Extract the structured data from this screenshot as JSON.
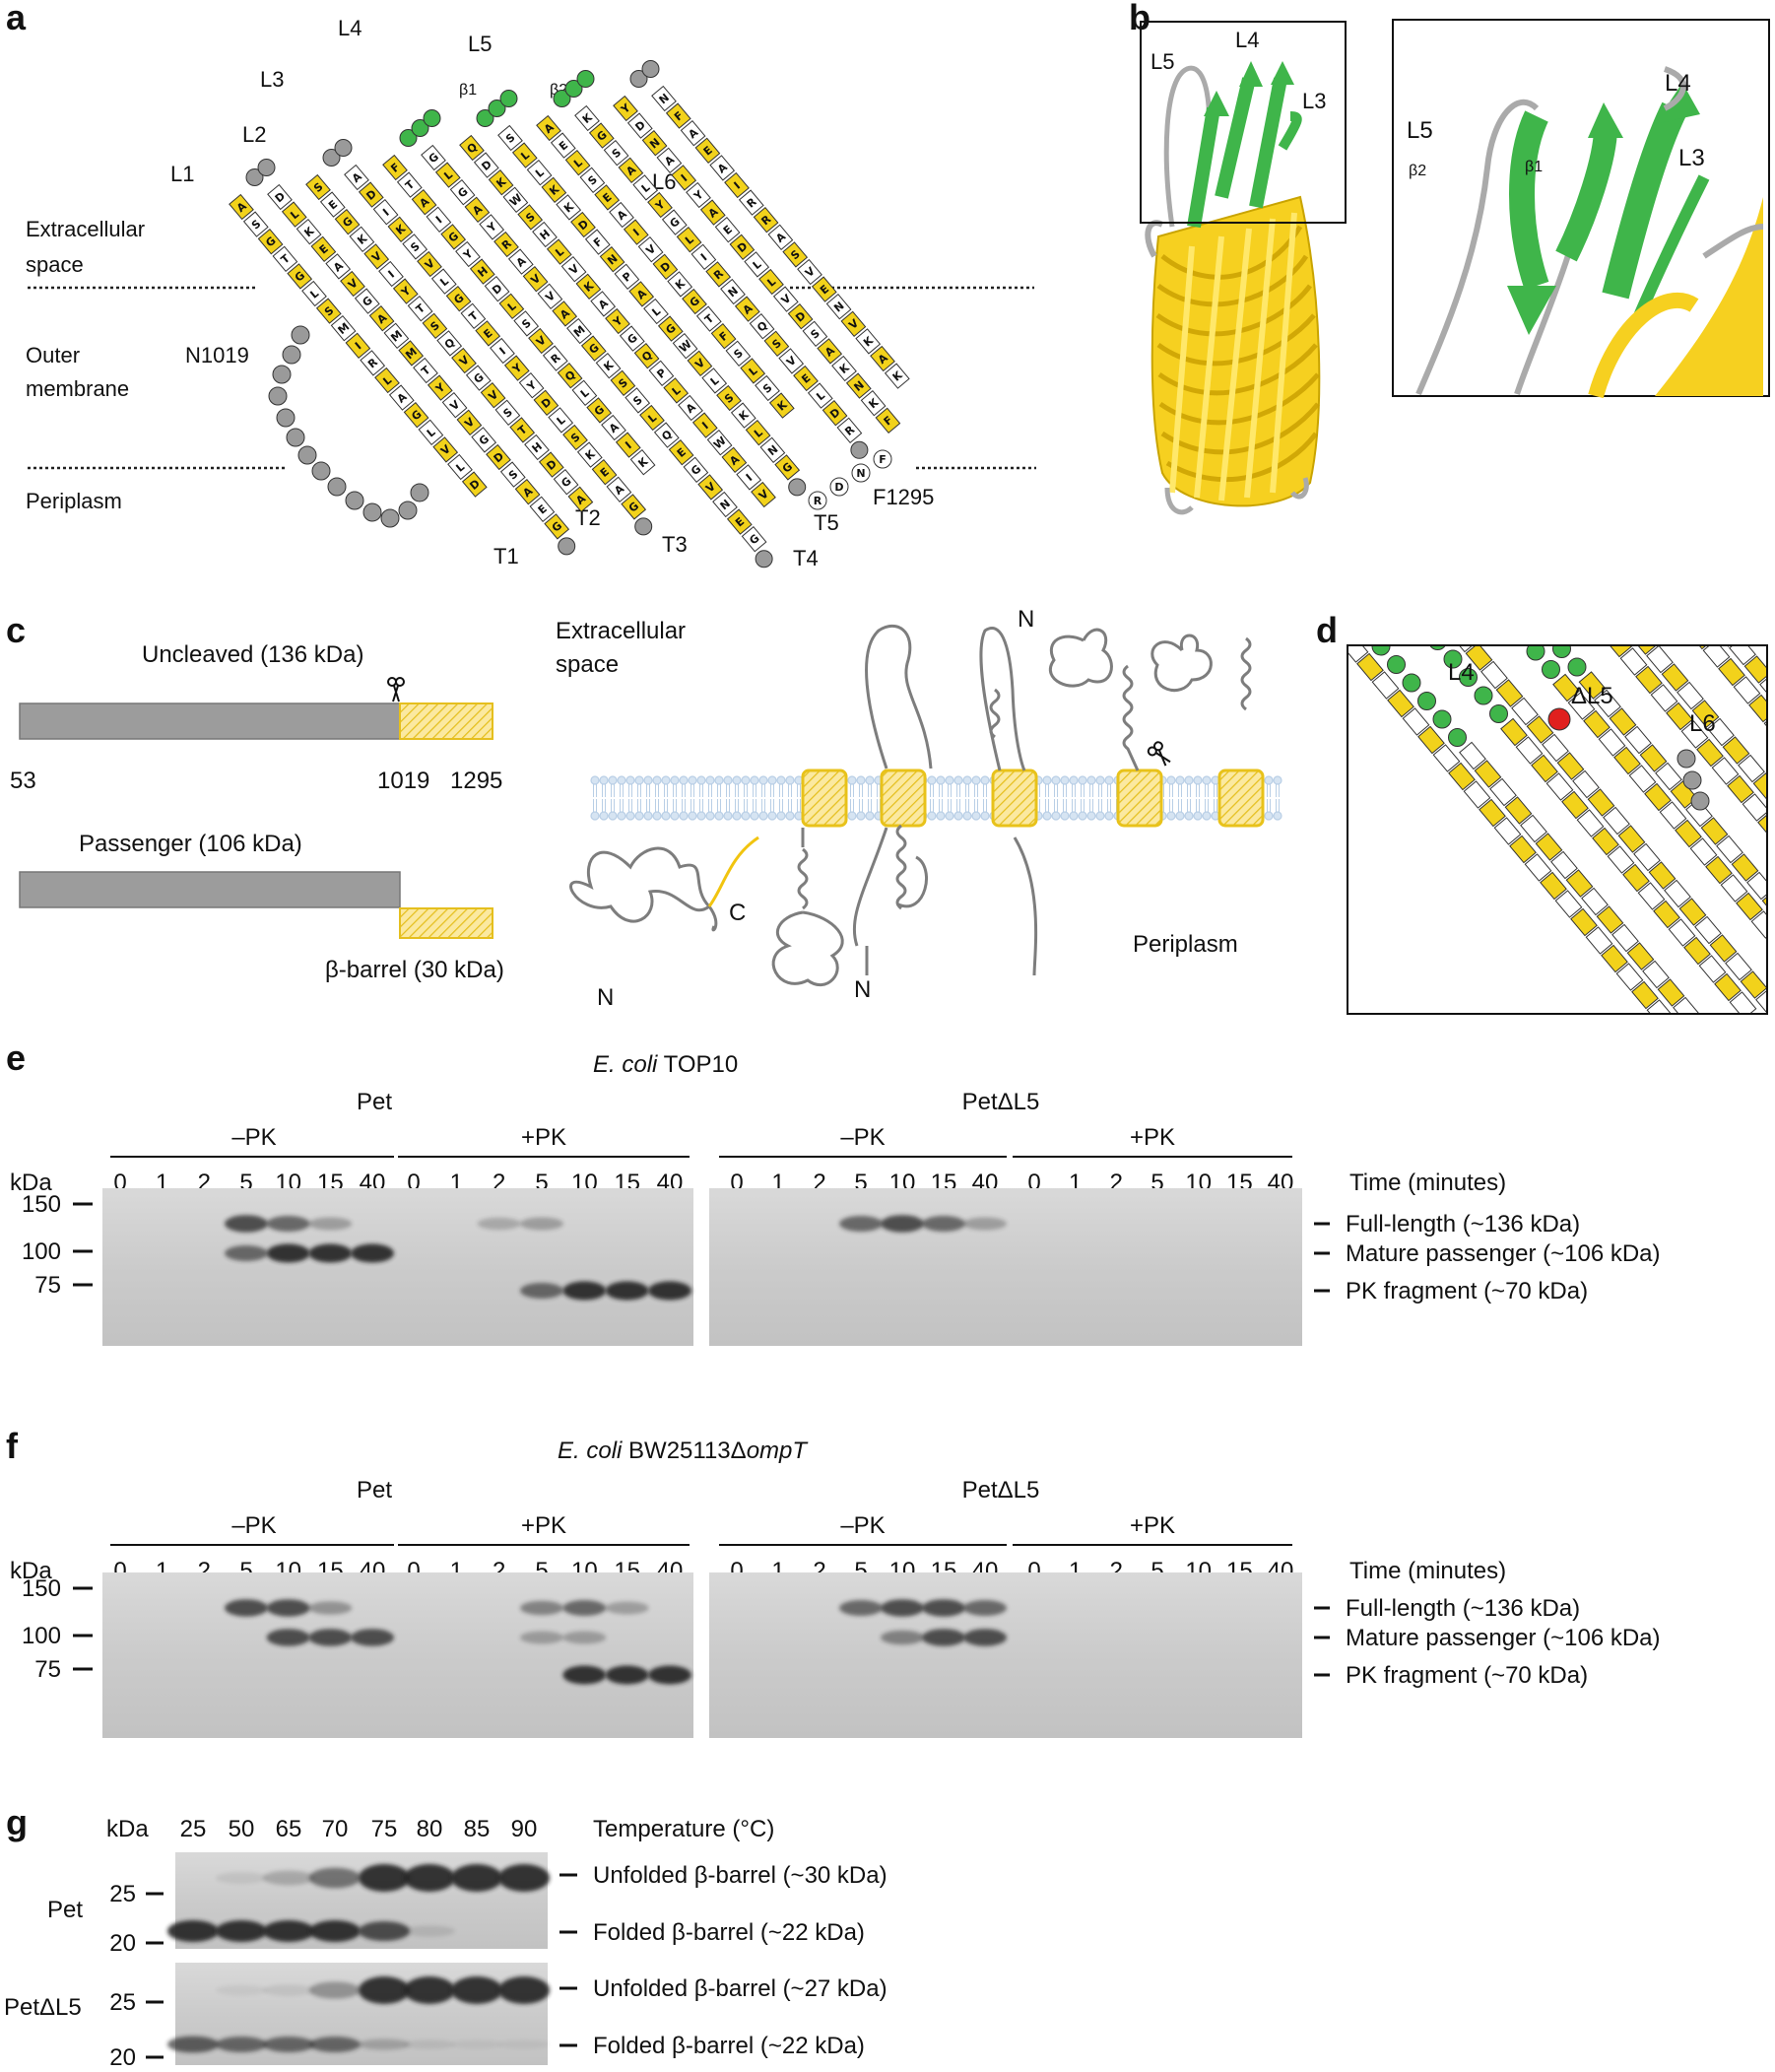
{
  "panel_a": {
    "letter": "a",
    "loops": [
      "L1",
      "L2",
      "L3",
      "L4",
      "L5",
      "L6"
    ],
    "beta1": "β1",
    "beta2": "β2",
    "turns": [
      "T1",
      "T2",
      "T3",
      "T4",
      "T5"
    ],
    "region_extracellular": [
      "Extracellular",
      "space"
    ],
    "region_membrane": [
      "Outer",
      "membrane"
    ],
    "region_periplasm": "Periplasm",
    "n_label": "N1019",
    "c_label": "F1295",
    "strands": [
      "ASGTGLSMIRLAGLVLD",
      "DLKEAVGAMMTYVVGDSAEG",
      "SEGKVIYTSQVGVSTHDGA",
      "ADIKSVLGTEIYYDLSKEAG",
      "FTAIGYHDLSVRQLGAIK",
      "GLGAYRAVVAMGKSSLQEGVNEG",
      "QDKWSHLVKAYGQPLAIWAIV",
      "SLLKKDFNPALGWVLSKLNG",
      "AELSEAIVDKGTFSLSK",
      "KGSALYGLIRNAQSVELDR",
      "YDNAIYAEDLLVDSAKNKF",
      "NFAEAIRRASVENVKAK"
    ],
    "c_tail": [
      "R",
      "D",
      "N",
      "F"
    ]
  },
  "panel_b": {
    "letter": "b",
    "labels": [
      "L5",
      "L4",
      "L3",
      "L5",
      "β2",
      "β1",
      "L4",
      "L3"
    ]
  },
  "panel_c": {
    "letter": "c",
    "uncleaved_label": "Uncleaved (136 kDa)",
    "pos_start": "53",
    "pos_cleave": "1019",
    "pos_end": "1295",
    "passenger_label": "Passenger (106 kDa)",
    "barrel_label": "β-barrel (30 kDa)",
    "extracellular": [
      "Extracellular",
      "space"
    ],
    "periplasm": "Periplasm",
    "n_labels": [
      "N",
      "N",
      "N"
    ],
    "c_label": "C"
  },
  "panel_d": {
    "letter": "d",
    "l4": "L4",
    "dl5": "ΔL5",
    "l6": "L6"
  },
  "panel_e": {
    "letter": "e",
    "strain": "E. coli",
    "strain_rest": " TOP10",
    "construct_left": "Pet",
    "construct_right": "PetΔL5",
    "minus_pk": "–PK",
    "plus_pk": "+PK",
    "kda": "kDa",
    "times": [
      "0",
      "1",
      "2",
      "5",
      "10",
      "15",
      "40"
    ],
    "time_axis": "Time (minutes)",
    "markers": [
      "150",
      "100",
      "75"
    ],
    "bands": [
      "Full-length (~136 kDa)",
      "Mature passenger (~106 kDa)",
      "PK fragment (~70 kDa)"
    ]
  },
  "panel_f": {
    "letter": "f",
    "strain": "E. coli",
    "strain_rest": " BW25113Δ",
    "strain_gene": "ompT",
    "construct_left": "Pet",
    "construct_right": "PetΔL5",
    "minus_pk": "–PK",
    "plus_pk": "+PK",
    "kda": "kDa",
    "times": [
      "0",
      "1",
      "2",
      "5",
      "10",
      "15",
      "40"
    ],
    "time_axis": "Time (minutes)",
    "markers": [
      "150",
      "100",
      "75"
    ],
    "bands": [
      "Full-length (~136 kDa)",
      "Mature passenger (~106 kDa)",
      "PK fragment (~70 kDa)"
    ]
  },
  "panel_g": {
    "letter": "g",
    "kda": "kDa",
    "temps": [
      "25",
      "50",
      "65",
      "70",
      "75",
      "80",
      "85",
      "90"
    ],
    "temp_axis": "Temperature (°C)",
    "row1": "Pet",
    "row2": "PetΔL5",
    "markers_top": [
      "25",
      "20"
    ],
    "markers_bottom": [
      "25",
      "20"
    ],
    "bands_top": [
      "Unfolded β-barrel (~30 kDa)",
      "Folded β-barrel (~22 kDa)"
    ],
    "bands_bottom": [
      "Unfolded β-barrel (~27 kDa)",
      "Folded β-barrel (~22 kDa)"
    ]
  },
  "colors": {
    "yellow": "#f2d21b",
    "green": "#3fb54a",
    "grey": "#9a9a9a",
    "red": "#e0201e",
    "membrane": "#b9cfe6",
    "gel": "#cfcfcf"
  }
}
